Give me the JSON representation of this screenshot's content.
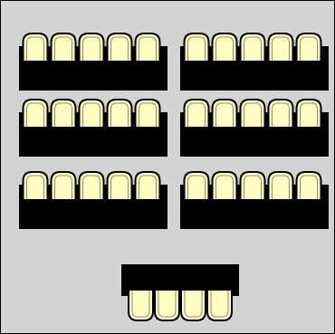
{
  "layout": {
    "description_free": true,
    "colors": {
      "background": "#d3d3d3",
      "border": "#000000",
      "table": "#000000",
      "chair_fill": "#fffdc0",
      "chair_outline": "#000000",
      "chair_inner_line": "#8a8a7a"
    },
    "icons": {
      "chair": "chair-icon",
      "table": "table-icon"
    }
  },
  "tables": [
    {
      "group": "row-1-left",
      "chairs": 5,
      "chair_side": "top"
    },
    {
      "group": "row-1-right",
      "chairs": 5,
      "chair_side": "top"
    },
    {
      "group": "row-2-left",
      "chairs": 5,
      "chair_side": "top"
    },
    {
      "group": "row-2-right",
      "chairs": 5,
      "chair_side": "top"
    },
    {
      "group": "row-3-left",
      "chairs": 5,
      "chair_side": "top"
    },
    {
      "group": "row-3-right",
      "chairs": 5,
      "chair_side": "top"
    },
    {
      "group": "front-table",
      "chairs": 4,
      "chair_side": "bottom"
    }
  ]
}
